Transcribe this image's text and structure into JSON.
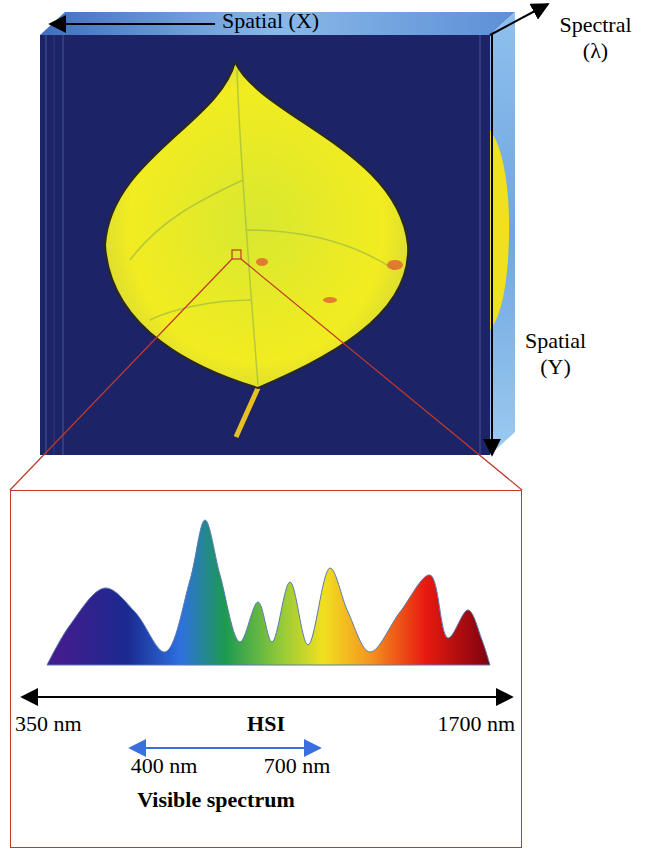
{
  "diagram": {
    "nodes": [
      {
        "text": [
          "350 nm",
          "HSI",
          "1700 nm",
          "400 nm",
          "700 nm",
          "Visible spectrum"
        ]
      }
    ],
    "labels": [
      "Spatial (X)",
      "Spectral (λ)",
      "Spatial (Y)"
    ]
  }
}
